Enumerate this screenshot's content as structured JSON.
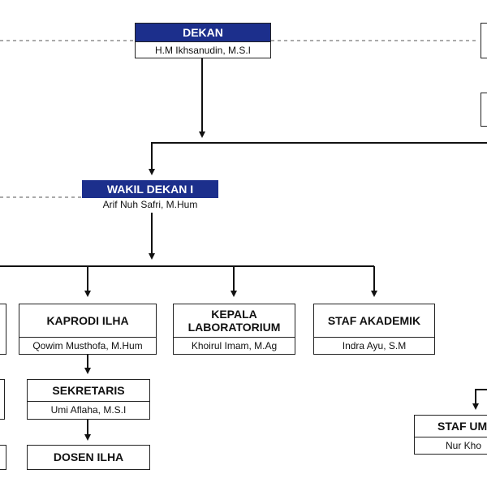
{
  "dekan": {
    "title": "DEKAN",
    "name": "H.M Ikhsanudin, M.S.I"
  },
  "wakil_dekan_1": {
    "title": "WAKIL DEKAN I",
    "name": "Arif Nuh Safri, M.Hum"
  },
  "kaprodi_ilha": {
    "title": "KAPRODI ILHA",
    "name": "Qowim Musthofa, M.Hum"
  },
  "kepala_laboratorium": {
    "title": "KEPALA LABORATORIUM",
    "name": "Khoirul Imam, M.Ag"
  },
  "staf_akademik": {
    "title": "STAF AKADEMIK",
    "name": "Indra Ayu, S.M"
  },
  "sekretaris": {
    "title": "SEKRETARIS",
    "name": "Umi Aflaha, M.S.I"
  },
  "dosen_ilha": {
    "title": "DOSEN ILHA"
  },
  "staf_um": {
    "title": "STAF UM",
    "name": "Nur Kho"
  },
  "colors": {
    "header_fill": "#1c2f8c",
    "line": "#111111"
  }
}
